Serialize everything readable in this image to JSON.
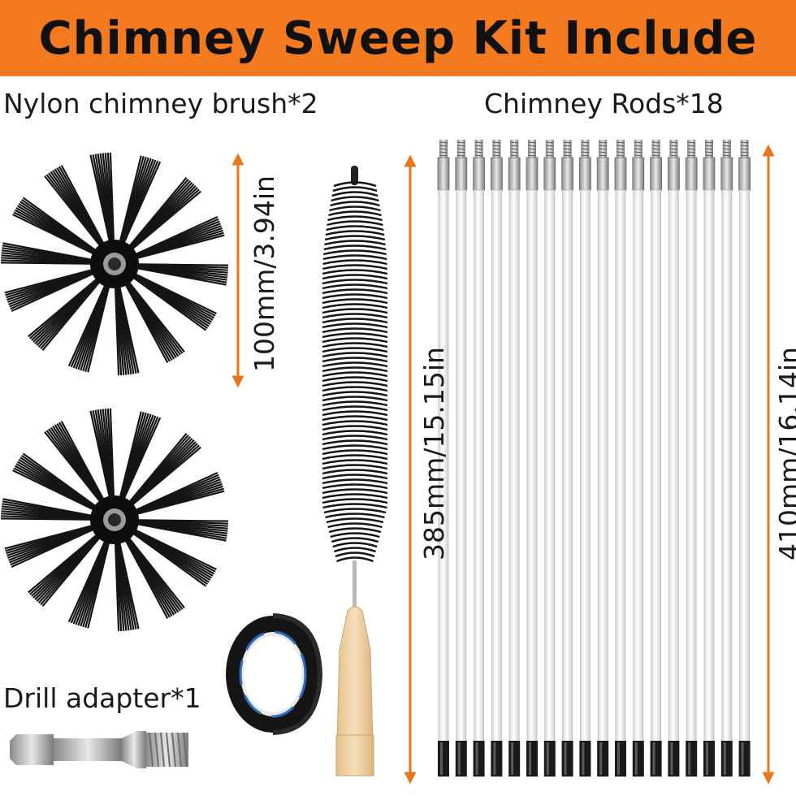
{
  "title": "Chimney Sweep Kit Include",
  "labels": {
    "nylon_brush": "Nylon chimney brush*2",
    "rods": "Chimney Rods*18",
    "drill_adapter": "Drill adapter*1"
  },
  "dimensions": {
    "brush": "100mm/3.94in",
    "long_brush": "385mm/15.15in",
    "rod": "410mm/16.14in"
  },
  "colors": {
    "banner": "#f47a20",
    "arrow": "#e8761c",
    "bristle": "#141414",
    "rod": "#f4f4f4",
    "handle": "#f0d2a4"
  },
  "icons": [
    "rotary-brush-icon",
    "bottle-brush-icon",
    "chimney-rod-icon",
    "tape-roll-icon",
    "drill-adapter-icon"
  ],
  "rod_count": 18
}
